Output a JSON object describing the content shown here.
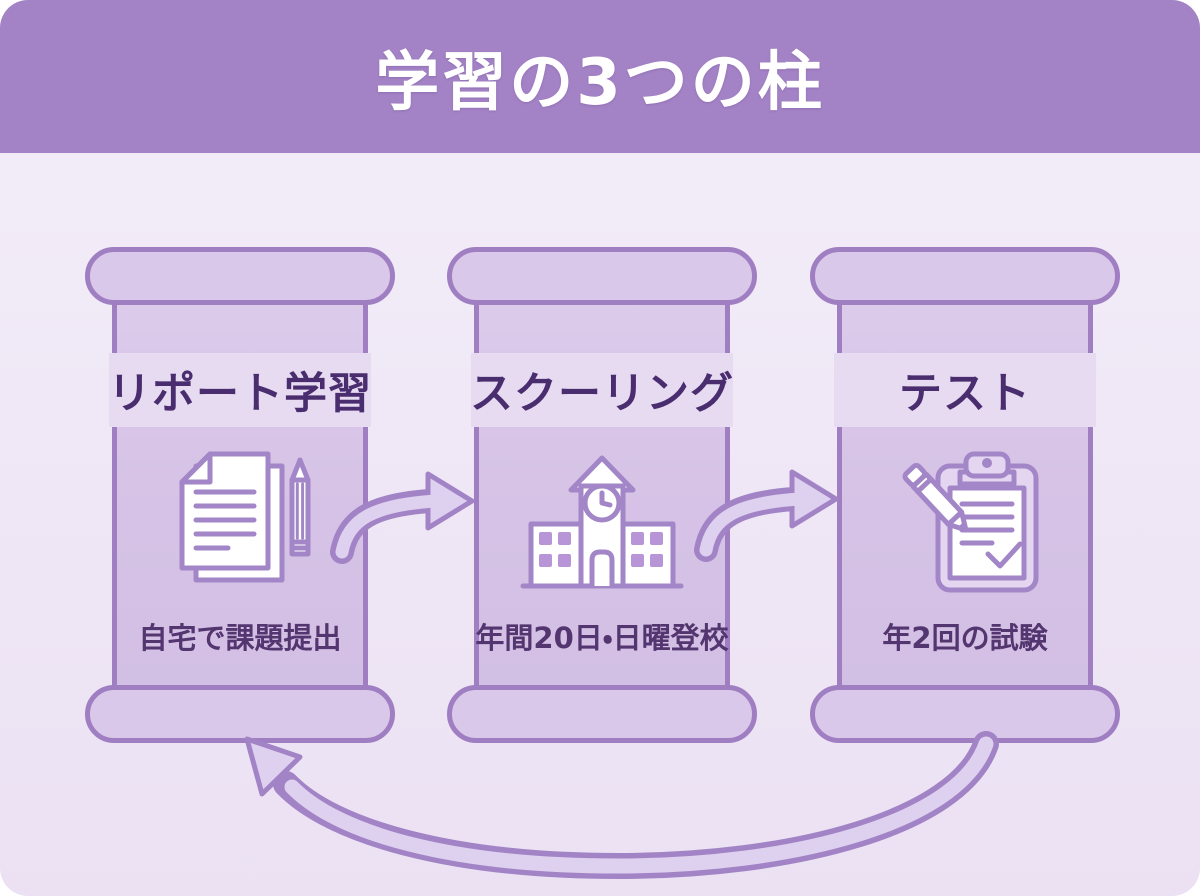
{
  "header": {
    "title": "学習の3つの柱"
  },
  "pillars": [
    {
      "id": "report",
      "title": "リポート学習",
      "caption": "自宅で課題提出",
      "icon": "documents-pencil-icon"
    },
    {
      "id": "schooling",
      "title": "スクーリング",
      "caption": "年間20日・日曜登校",
      "icon": "school-building-icon"
    },
    {
      "id": "test",
      "title": "テスト",
      "caption": "年2回の試験",
      "icon": "clipboard-check-icon"
    }
  ],
  "flow_arrows": [
    {
      "name": "arrow-report-to-schooling",
      "from": "リポート学習",
      "to": "スクーリング",
      "direction": "right"
    },
    {
      "name": "arrow-schooling-to-test",
      "from": "スクーリング",
      "to": "テスト",
      "direction": "right"
    },
    {
      "name": "arrow-test-back-to-report",
      "from": "テスト",
      "to": "リポート学習",
      "direction": "loop-back"
    }
  ],
  "colors": {
    "page_bg": "#ffffff",
    "header_bg": "#a383c5",
    "header_text": "#ffffff",
    "main_bg_top": "#f4eef9",
    "main_bg_bottom": "#ebe1f3",
    "pillar_fill": "#d6c3e6",
    "pillar_cap_fill": "#dac8ea",
    "pillar_border": "#9f7ec2",
    "title_band": "#e6dbf1",
    "title_text": "#4a2d6e",
    "caption_text": "#53356f",
    "arrow_stroke": "#a284c6",
    "arrow_fill": "#ded0ef",
    "icon_stroke": "#a286c7",
    "icon_fill": "#ffffff",
    "icon_accent": "#b795d7",
    "clipboard_fill": "#e4d6f1"
  }
}
